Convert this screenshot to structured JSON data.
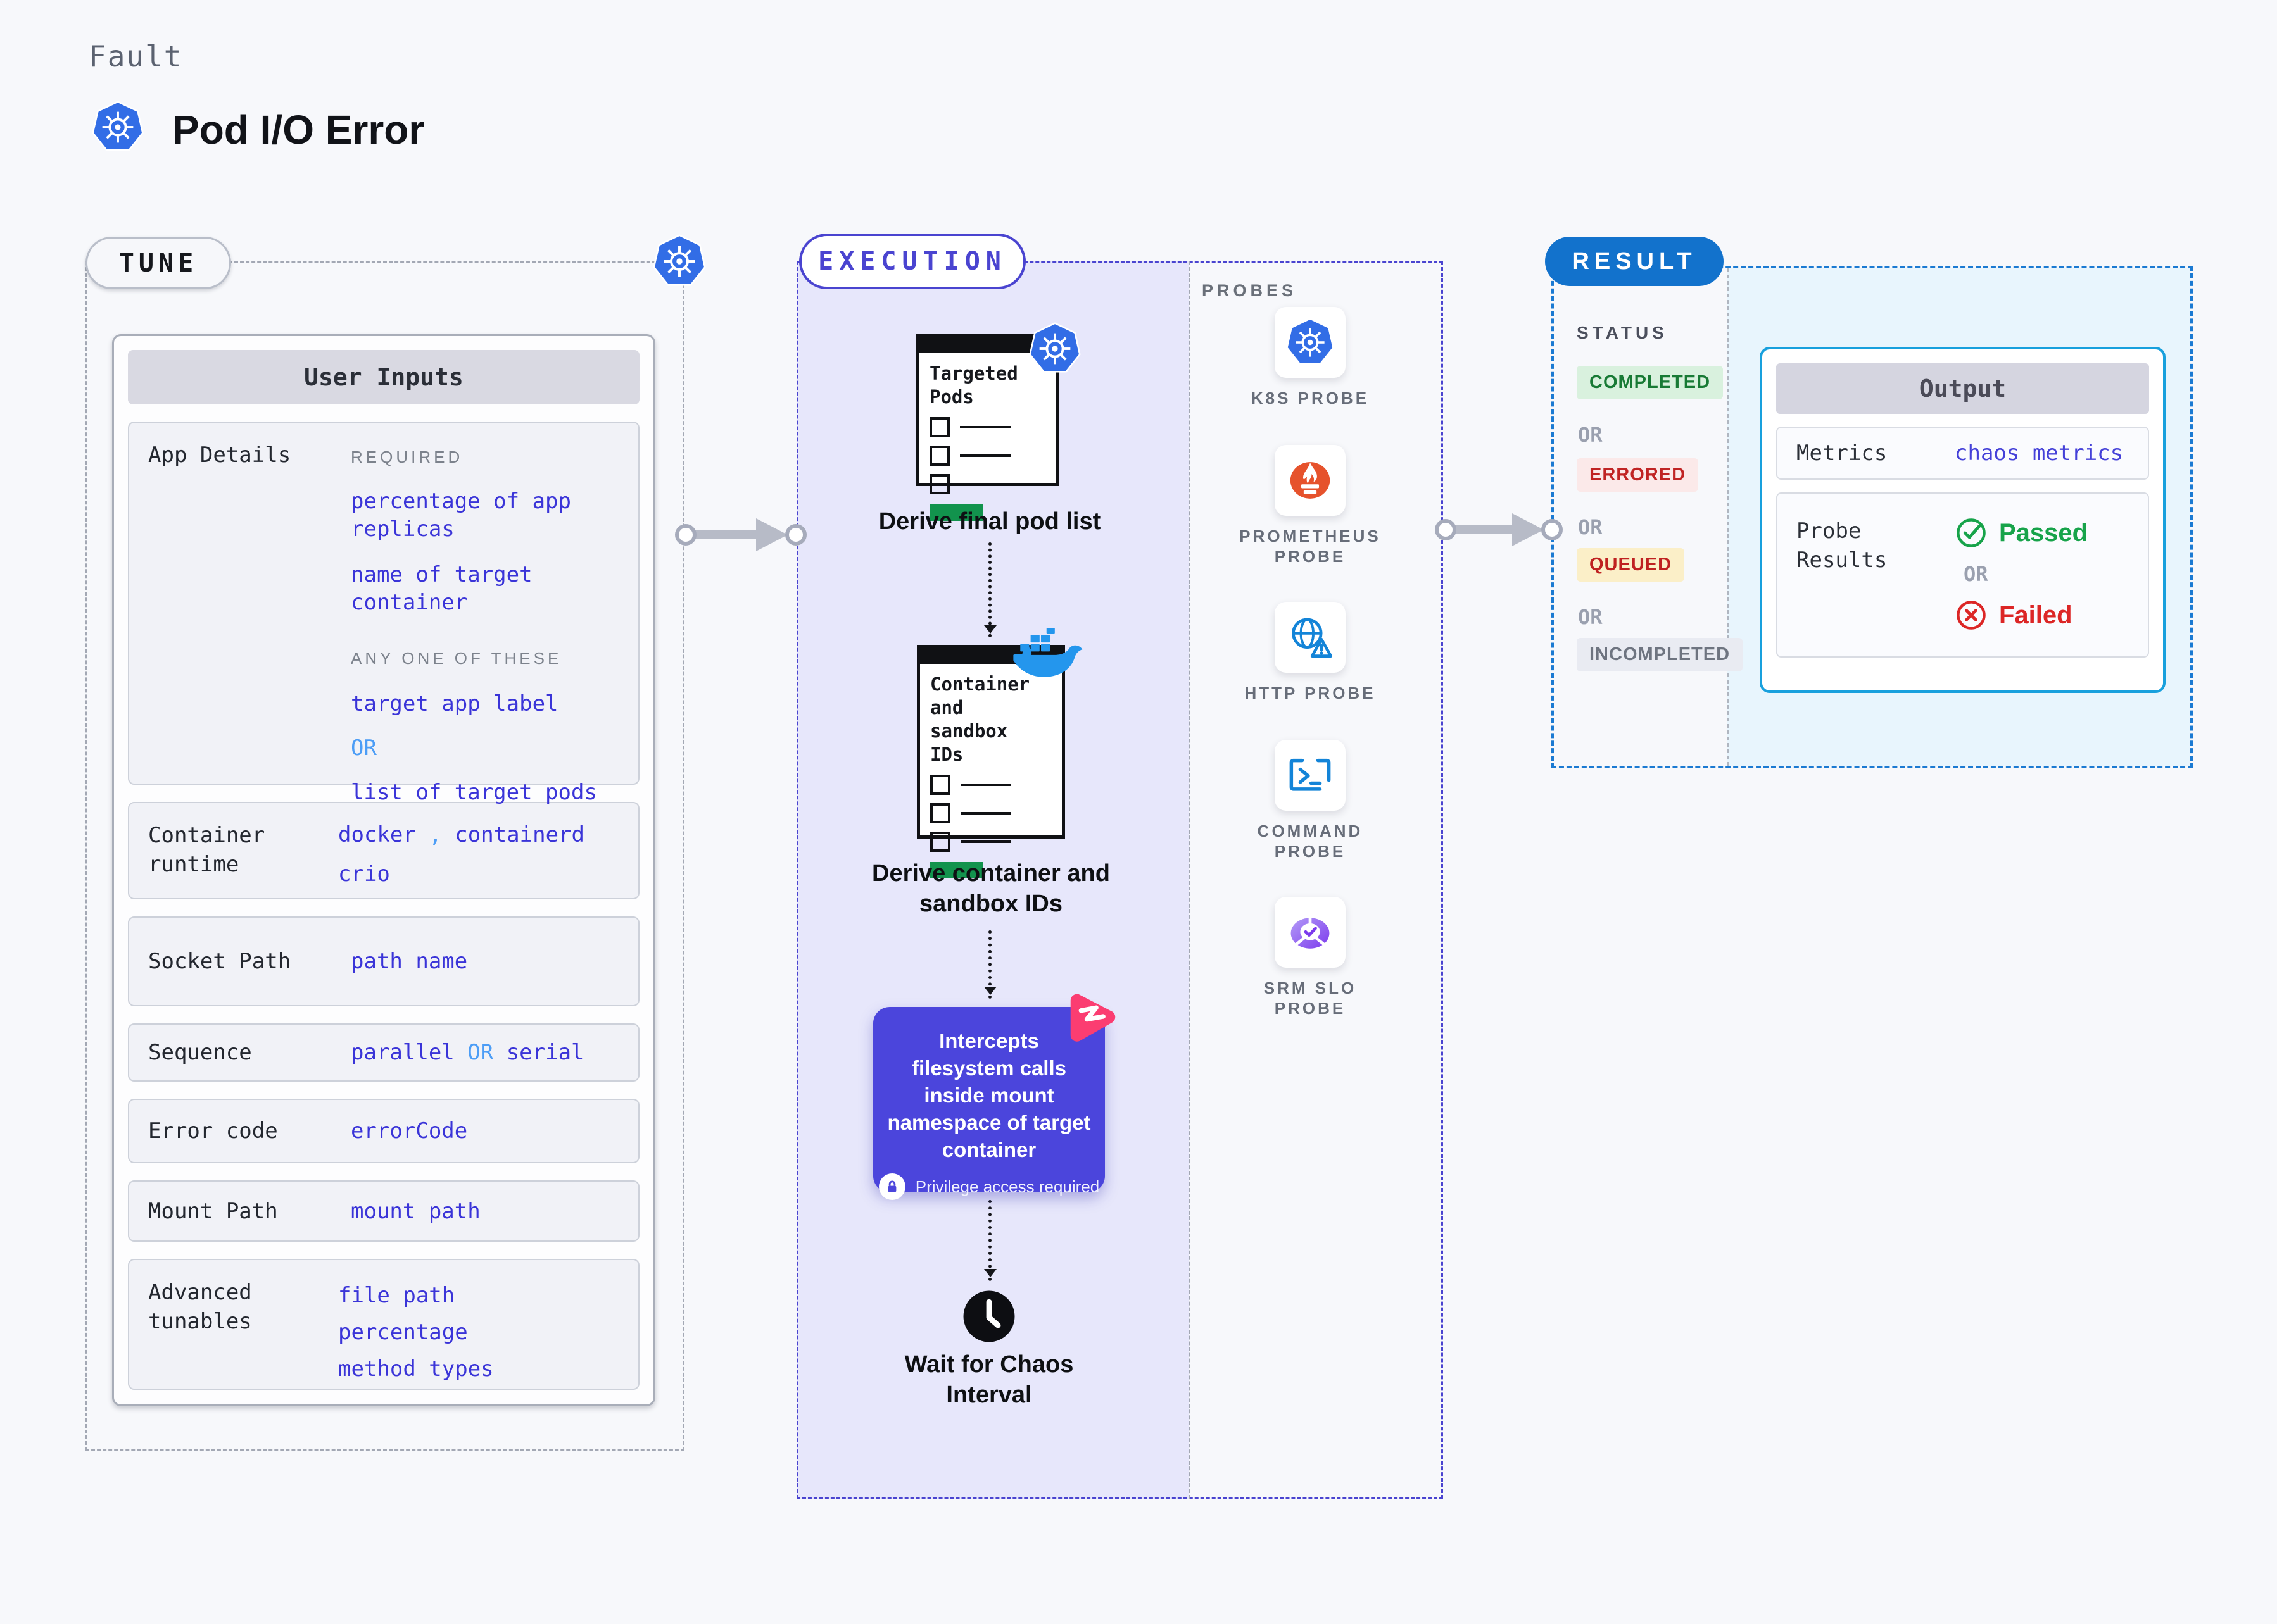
{
  "header": {
    "eyebrow": "Fault",
    "title": "Pod I/O Error"
  },
  "tune": {
    "pill": "TUNE",
    "card_title": "User Inputs",
    "app_details": {
      "label": "App Details",
      "required_heading": "REQUIRED",
      "required_1": "percentage of app replicas",
      "required_2": "name of target container",
      "any_heading": "ANY ONE OF THESE",
      "option_1": "target app label",
      "or": "OR",
      "option_2": "list of target pods"
    },
    "container_runtime": {
      "label": "Container runtime",
      "value_1": "docker",
      "comma": ",",
      "value_2": "containerd",
      "value_3": "crio"
    },
    "socket_path": {
      "label": "Socket Path",
      "value": "path name"
    },
    "sequence": {
      "label": "Sequence",
      "value_1": "parallel",
      "or": "OR",
      "value_2": "serial"
    },
    "error_code": {
      "label": "Error code",
      "value": "errorCode"
    },
    "mount_path": {
      "label": "Mount Path",
      "value": "mount path"
    },
    "advanced_tunables": {
      "label": "Advanced tunables",
      "value_1": "file path",
      "value_2": "percentage",
      "value_3": "method types"
    }
  },
  "execution": {
    "pill": "EXECUTION",
    "doc1": {
      "line_1": "Targeted",
      "line_2": "Pods"
    },
    "caption_1": "Derive final pod list",
    "doc2": {
      "line_1": "Container",
      "line_2": "and",
      "line_3": "sandbox",
      "line_4": "IDs"
    },
    "caption_2a": "Derive container and",
    "caption_2b": "sandbox IDs",
    "intercept": {
      "line_1": "Intercepts",
      "line_2": "filesystem calls",
      "line_3": "inside mount",
      "line_4": "namespace of target",
      "line_5": "container",
      "badge": "Privilege access required"
    },
    "caption_3a": "Wait for Chaos",
    "caption_3b": "Interval"
  },
  "probes": {
    "heading": "PROBES",
    "items": [
      {
        "label": "K8S PROBE",
        "icon": "kubernetes-icon"
      },
      {
        "label": "PROMETHEUS PROBE",
        "icon": "prometheus-icon"
      },
      {
        "label": "HTTP PROBE",
        "icon": "globe-warning-icon"
      },
      {
        "label": "COMMAND PROBE",
        "icon": "terminal-icon"
      },
      {
        "label": "SRM SLO PROBE",
        "icon": "slo-pie-check-icon"
      }
    ]
  },
  "result": {
    "pill": "RESULT",
    "status_heading": "STATUS",
    "statuses": [
      {
        "label": "COMPLETED",
        "bg": "#d9f1de",
        "color": "#187a35"
      },
      {
        "label": "ERRORED",
        "bg": "#fbe9e9",
        "color": "#c02424"
      },
      {
        "label": "QUEUED",
        "bg": "#fbefc8",
        "color": "#bf2121"
      },
      {
        "label": "INCOMPLETED",
        "bg": "#e9ebf2",
        "color": "#6e7480"
      }
    ],
    "or_1": "OR",
    "or_2": "OR",
    "or_3": "OR",
    "output": {
      "title": "Output",
      "metrics_label": "Metrics",
      "metrics_value": "chaos metrics",
      "probe_results_label": "Probe Results",
      "passed": "Passed",
      "or": "OR",
      "failed": "Failed"
    }
  },
  "colors": {
    "k8s_blue": "#326de6",
    "docker_blue": "#2496ed",
    "prometheus_orange": "#e6522c",
    "probe_icon_blue": "#1384d8",
    "srm_purple": "#7c3aed",
    "accent_indigo": "#4a44d0",
    "intercept_bg": "#4b45dc",
    "chaos_pink": "#fb3d71",
    "value_blue": "#3a34d8",
    "light_blue": "#4c9df6",
    "result_pill_blue": "#1272cc",
    "result_dash_blue": "#1b7ad2",
    "result_bg": "#e8f5fd",
    "output_border": "#18a0dd",
    "passed_green": "#17a34a",
    "failed_red": "#dc2626",
    "execution_bg": "#e7e7fb",
    "doc_green_bar": "#12934d"
  }
}
